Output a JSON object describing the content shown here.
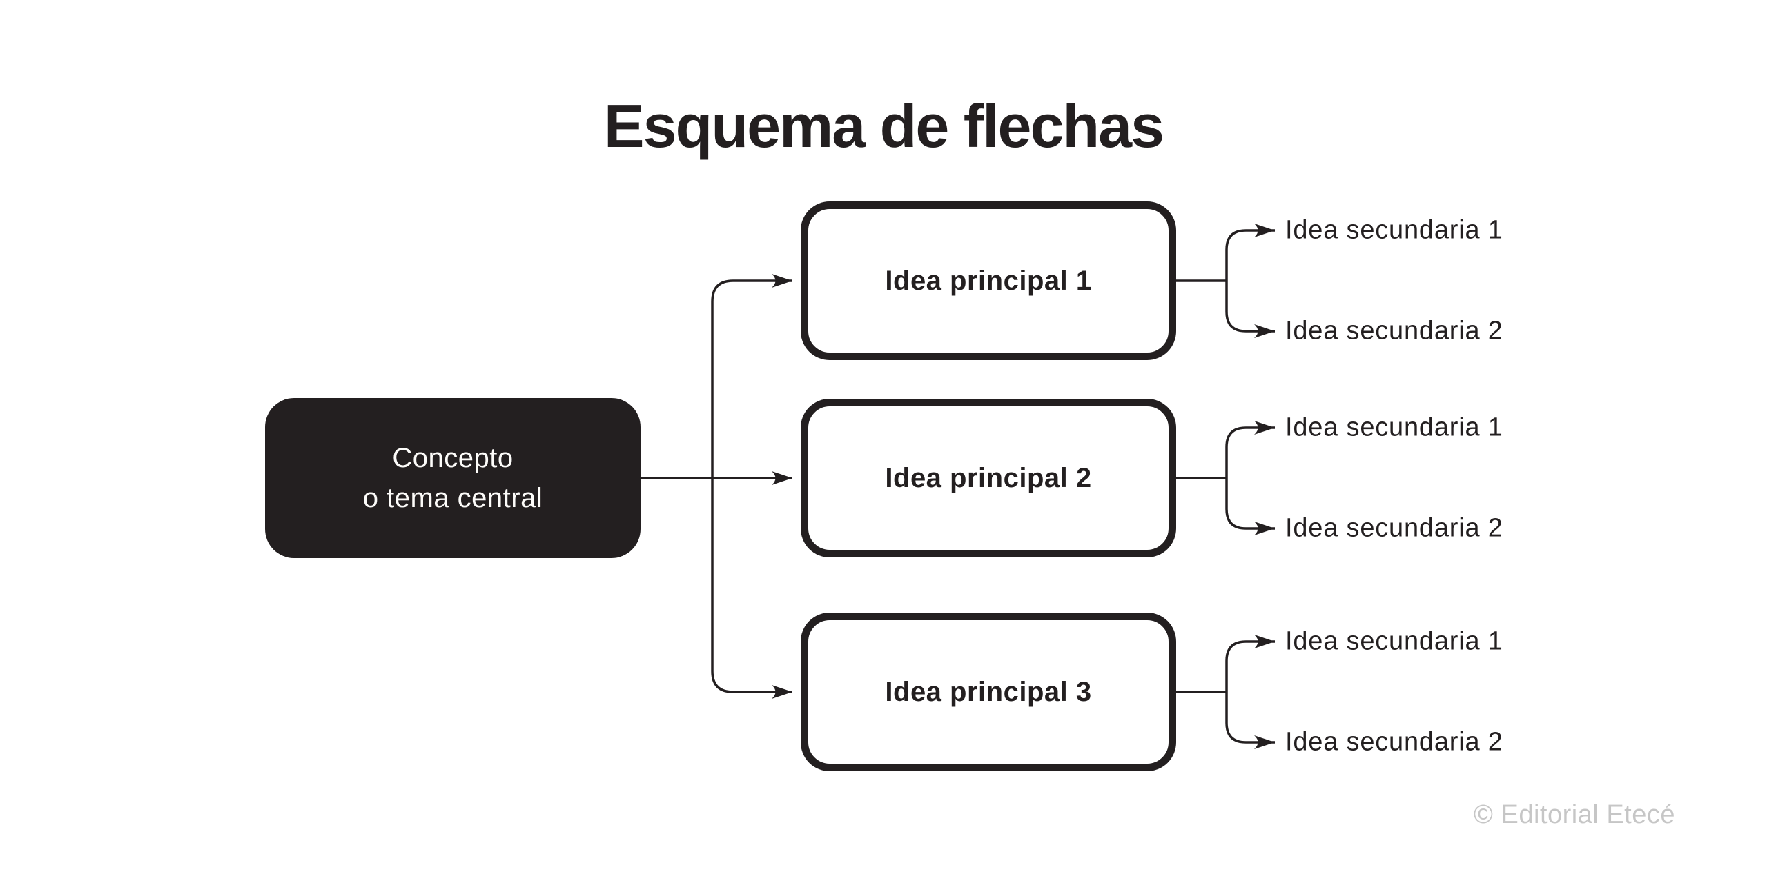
{
  "title": "Esquema de flechas",
  "central": {
    "line1": "Concepto",
    "line2": "o tema central"
  },
  "groups": [
    {
      "main": "Idea principal 1",
      "secondary": [
        "Idea secundaria 1",
        "Idea secundaria 2"
      ]
    },
    {
      "main": "Idea principal 2",
      "secondary": [
        "Idea secundaria 1",
        "Idea secundaria 2"
      ]
    },
    {
      "main": "Idea principal 3",
      "secondary": [
        "Idea secundaria 1",
        "Idea secundaria 2"
      ]
    }
  ],
  "footer": {
    "copyright": "© Editorial Etecé"
  },
  "colors": {
    "ink": "#231f20",
    "background": "#ffffff",
    "copyright_gray": "#c6c6c6"
  }
}
